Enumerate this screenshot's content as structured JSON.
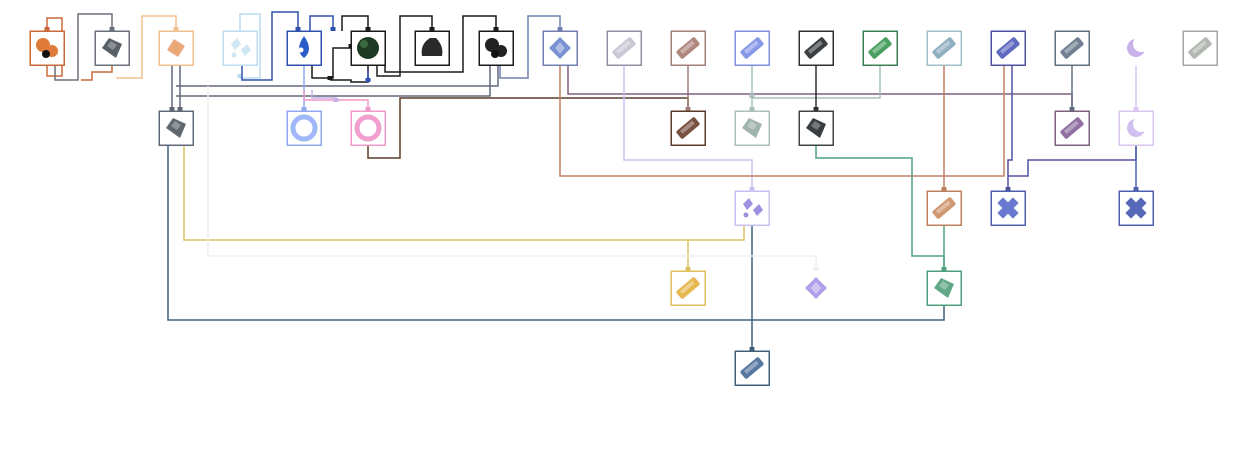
{
  "nodes": [
    {
      "id": "r0c0",
      "color": "#c8693a",
      "icon": "ore-cluster-icon",
      "fill": "#e07a3a"
    },
    {
      "id": "r0c1",
      "color": "#6b7178",
      "icon": "stone-chunk-icon",
      "fill": "#5a6068"
    },
    {
      "id": "r0c2",
      "color": "#f0c090",
      "icon": "copper-nugget-icon",
      "fill": "#e8a878"
    },
    {
      "id": "r0c3",
      "color": "#bcdcf0",
      "icon": "ice-shard-icon",
      "fill": "#cfe6f4"
    },
    {
      "id": "r0c4",
      "color": "#3050b0",
      "icon": "water-drop-icon",
      "fill": "#2a5cc8"
    },
    {
      "id": "r0c5",
      "color": "#1a1a1a",
      "icon": "dark-moss-icon",
      "fill": "#1f3a22"
    },
    {
      "id": "r0c6",
      "color": "#1a1a1a",
      "icon": "coal-sack-icon",
      "fill": "#2a2a2a"
    },
    {
      "id": "r0c7",
      "color": "#1a1a1a",
      "icon": "obsidian-cluster-icon",
      "fill": "#222222"
    },
    {
      "id": "r0c8",
      "color": "#7080b0",
      "icon": "crystal-block-icon",
      "fill": "#7890d0"
    },
    {
      "id": "r0c9",
      "color": "#9090a0",
      "icon": "silver-bar-icon",
      "fill": "#c8c8d4"
    },
    {
      "id": "r0c10",
      "color": "#a08078",
      "icon": "rose-ingot-icon",
      "fill": "#b08880"
    },
    {
      "id": "r0c11",
      "color": "#8090e0",
      "icon": "azure-ingot-icon",
      "fill": "#8898e8"
    },
    {
      "id": "r0c12",
      "color": "#303030",
      "icon": "iron-ingot-icon",
      "fill": "#3a3f44"
    },
    {
      "id": "r0c13",
      "color": "#3a8050",
      "icon": "emerald-ingot-icon",
      "fill": "#4aa060"
    },
    {
      "id": "r0c14",
      "color": "#a0c0c8",
      "icon": "frost-ingot-icon",
      "fill": "#90b0c0"
    },
    {
      "id": "r0c15",
      "color": "#5050a0",
      "icon": "cobalt-ingot-icon",
      "fill": "#6068c0"
    },
    {
      "id": "r0c16",
      "color": "#607080",
      "icon": "steel-ingot-icon",
      "fill": "#708090"
    },
    {
      "id": "r0c17",
      "color": "#c8b0e8",
      "icon": "crescent-moon-icon",
      "fill": "#c8b0e8"
    },
    {
      "id": "r0c18",
      "color": "#a0a8a0",
      "icon": "sage-ingot-icon",
      "fill": "#b0b8b0"
    },
    {
      "id": "r1c0",
      "color": "#606878",
      "icon": "slate-chunk-icon",
      "fill": "#606870"
    },
    {
      "id": "r1c1",
      "color": "#90a8f0",
      "icon": "blue-swirl-icon",
      "fill": "#a0b8f8"
    },
    {
      "id": "r1c2",
      "color": "#f098c8",
      "icon": "pink-swirl-icon",
      "fill": "#f0a0d0"
    },
    {
      "id": "r1c3",
      "color": "#5a3a28",
      "icon": "bronze-ingot-icon",
      "fill": "#7a5040"
    },
    {
      "id": "r1c4",
      "color": "#a8c0b8",
      "icon": "mint-stone-icon",
      "fill": "#a0b4ac"
    },
    {
      "id": "r1c5",
      "color": "#404448",
      "icon": "graphite-chunk-icon",
      "fill": "#3a3e42"
    },
    {
      "id": "r1c6",
      "color": "#806080",
      "icon": "amethyst-ingot-icon",
      "fill": "#9070a0"
    },
    {
      "id": "r1c7",
      "color": "#d8c8f0",
      "icon": "moon-orb-icon",
      "fill": "#d0c0f0"
    },
    {
      "id": "r2c0",
      "color": "#c8c0f0",
      "icon": "violet-shards-icon",
      "fill": "#a090e0"
    },
    {
      "id": "r2c1",
      "color": "#c08060",
      "icon": "sandstone-ingot-icon",
      "fill": "#d09870"
    },
    {
      "id": "r2c2",
      "color": "#5060b0",
      "icon": "sapphire-cross-icon",
      "fill": "#6878d0"
    },
    {
      "id": "r2c3",
      "color": "#5060b0",
      "icon": "indigo-cross-icon",
      "fill": "#5868b8"
    },
    {
      "id": "r3c0",
      "color": "#e0c060",
      "icon": "gold-ingot-icon",
      "fill": "#e8b850"
    },
    {
      "id": "r3c1",
      "color": "#ffffff",
      "icon": "lavender-crystal-icon",
      "fill": "#b0a0e8"
    },
    {
      "id": "r3c2",
      "color": "#50a080",
      "icon": "jade-chunk-icon",
      "fill": "#60a888"
    },
    {
      "id": "r4c0",
      "color": "#40607a",
      "icon": "storm-ingot-icon",
      "fill": "#5878a0"
    }
  ]
}
